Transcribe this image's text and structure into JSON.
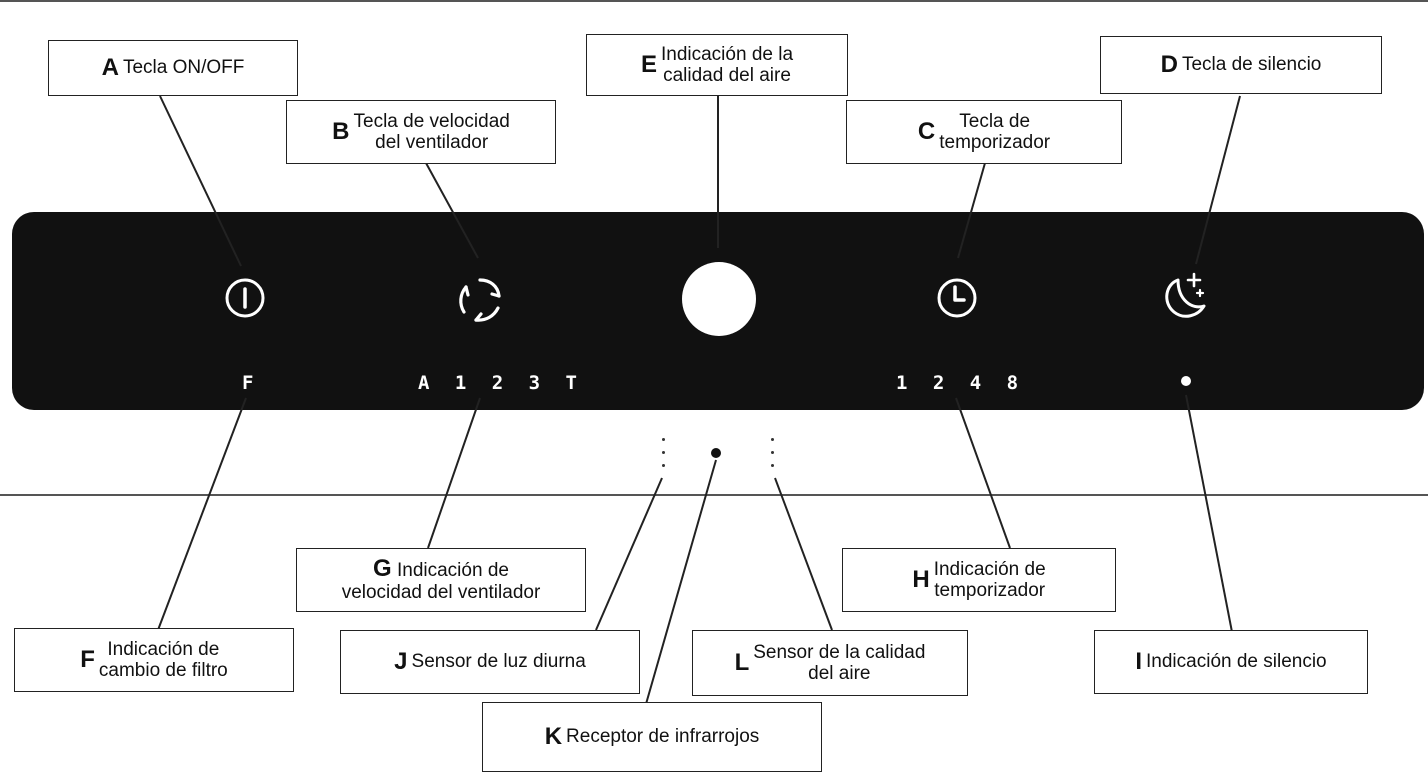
{
  "callouts": {
    "a": {
      "letter": "A",
      "text": "Tecla ON/OFF"
    },
    "b": {
      "letter": "B",
      "line1": "Tecla de velocidad",
      "line2": "del ventilador"
    },
    "c": {
      "letter": "C",
      "line1": "Tecla de",
      "line2": "temporizador"
    },
    "d": {
      "letter": "D",
      "text": "Tecla de silencio"
    },
    "e": {
      "letter": "E",
      "line1": "Indicación de la",
      "line2": "calidad del aire"
    },
    "f": {
      "letter": "F",
      "line1": "Indicación de",
      "line2": "cambio de filtro"
    },
    "g": {
      "letter": "G",
      "line1": "Indicación de",
      "line2": "velocidad del ventilador"
    },
    "h": {
      "letter": "H",
      "line1": "Indicación de",
      "line2": "temporizador"
    },
    "i": {
      "letter": "I",
      "text": "Indicación de silencio"
    },
    "j": {
      "letter": "J",
      "text": "Sensor de luz diurna"
    },
    "k": {
      "letter": "K",
      "text": "Receptor de infrarrojos"
    },
    "l": {
      "letter": "L",
      "line1": "Sensor de la calidad",
      "line2": "del aire"
    }
  },
  "panel": {
    "filter_indicator": "F",
    "fan_speed_indicator": "A 1 2 3 T",
    "timer_indicator": "1 2 4 8"
  },
  "icons": {
    "power": "power-icon",
    "fan": "fan-icon",
    "air_quality": "air-quality-light",
    "timer": "clock-icon",
    "silence": "moon-stars-icon"
  },
  "colors": {
    "panel": "#111111",
    "symbol": "#ffffff",
    "line": "#222222"
  }
}
